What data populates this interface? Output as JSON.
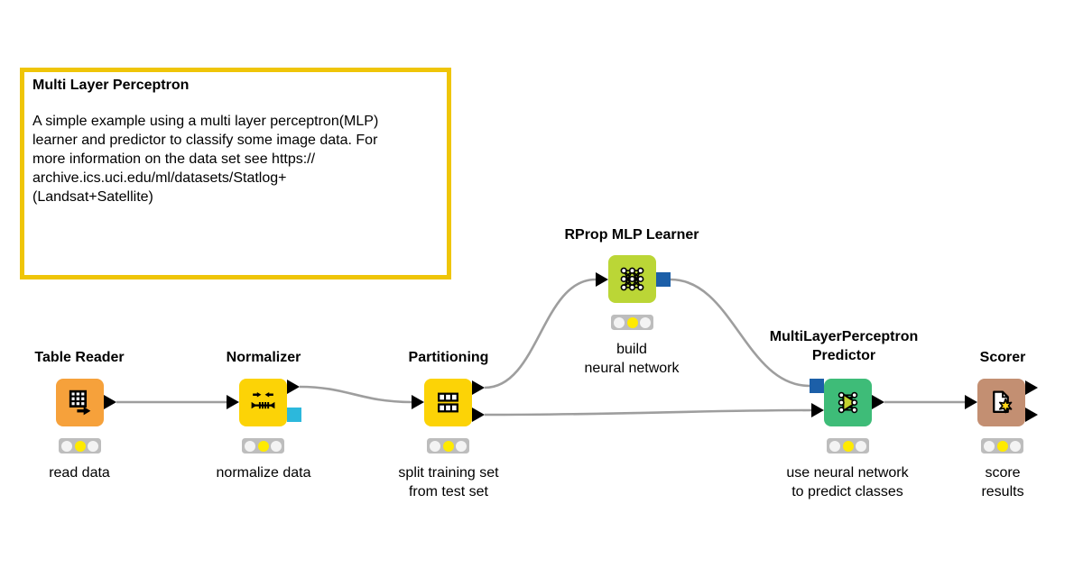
{
  "annotation": {
    "title": "Multi Layer Perceptron",
    "body_lines": [
      "A simple example using a multi layer perceptron(MLP)",
      "learner and predictor to classify some image data. For",
      "more information on the data set see https://",
      "archive.ics.uci.edu/ml/datasets/Statlog+",
      "(Landsat+Satellite)"
    ],
    "border_color": "#EFC508"
  },
  "nodes": {
    "table_reader": {
      "title": "Table Reader",
      "caption": "read data",
      "color": "#F6A13B"
    },
    "normalizer": {
      "title": "Normalizer",
      "caption": "normalize data",
      "color": "#FCD306"
    },
    "partitioning": {
      "title": "Partitioning",
      "caption": "split training set\nfrom test set",
      "color": "#FCD306"
    },
    "rprop_mlp_learner": {
      "title": "RProp MLP Learner",
      "caption": "build\nneural network",
      "color": "#BBD636"
    },
    "mlp_predictor": {
      "title": "MultiLayerPerceptron\nPredictor",
      "caption": "use neural network\nto predict classes",
      "color": "#3EBC78"
    },
    "scorer": {
      "title": "Scorer",
      "caption": "score results",
      "color": "#C38F72"
    }
  },
  "colors": {
    "wire": "#9E9E9E",
    "data_port": "#000000",
    "model_port": "#1C5FA8",
    "normalizer_model_port": "#2CB8DC",
    "status_light_on": "#FFEA00",
    "status_light_off": "#F3F3F3",
    "canvas_background": "#FFFFFF",
    "icon_ink": "#000000",
    "predictor_triangle": "#C3D22F",
    "scorer_star": "#FFD616"
  }
}
